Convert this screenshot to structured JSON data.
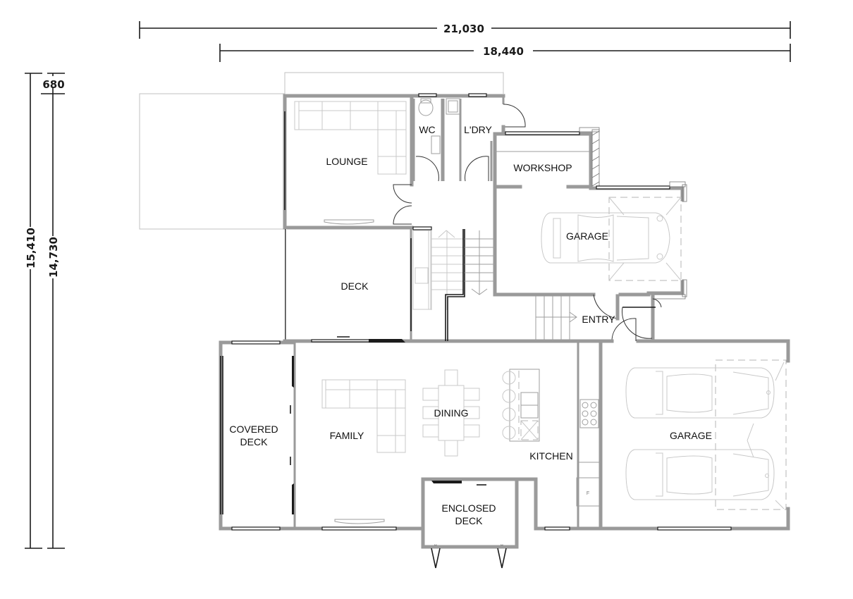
{
  "dimensions": {
    "overall_width": "21,030",
    "house_width": "18,440",
    "overall_depth": "15,410",
    "house_depth": "14,730",
    "offset_top": "680"
  },
  "rooms": {
    "lounge": "LOUNGE",
    "wc": "WC",
    "laundry": "L'DRY",
    "workshop": "WORKSHOP",
    "garage_single": "GARAGE",
    "deck": "DECK",
    "entry": "ENTRY",
    "covered_deck_line1": "COVERED",
    "covered_deck_line2": "DECK",
    "family": "FAMILY",
    "dining": "DINING",
    "kitchen": "KITCHEN",
    "enclosed_deck_line1": "ENCLOSED",
    "enclosed_deck_line2": "DECK",
    "garage_double": "GARAGE"
  },
  "appliances": {
    "fridge_label": "F"
  },
  "colors": {
    "wall": "#9a9a9a",
    "ink": "#1a1a1a",
    "furniture": "#c8c8c8",
    "background": "#ffffff"
  }
}
